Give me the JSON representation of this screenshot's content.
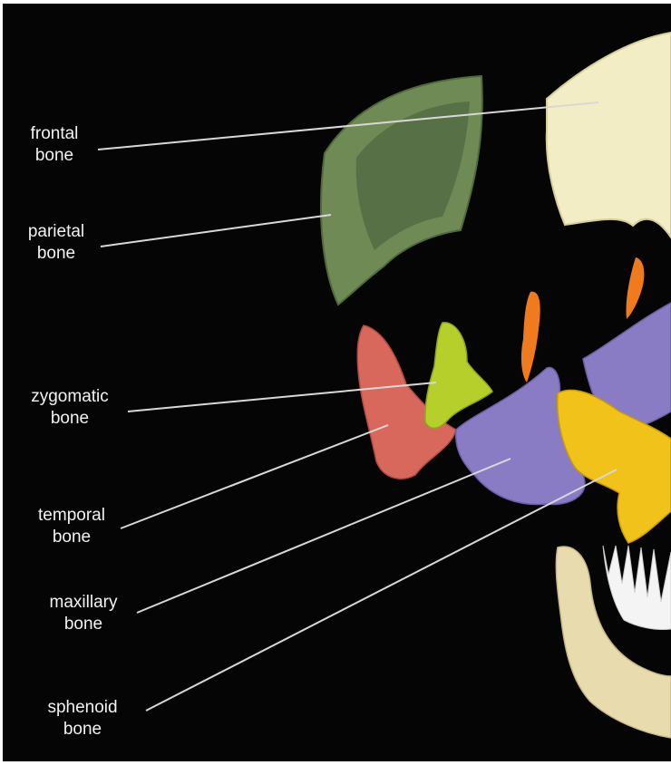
{
  "labels": {
    "frontal": {
      "line1": "frontal",
      "line2": "bone"
    },
    "parietal": {
      "line1": "parietal",
      "line2": "bone"
    },
    "zygomatic": {
      "line1": "zygomatic",
      "line2": "bone"
    },
    "temporal": {
      "line1": "temporal",
      "line2": "bone"
    },
    "maxillary": {
      "line1": "maxillary",
      "line2": "bone"
    },
    "sphenoid": {
      "line1": "sphenoid",
      "line2": "bone"
    }
  },
  "colors": {
    "background": "#050505",
    "leader_line": "#d8d8d8",
    "frontal": "#f2edc4",
    "parietal": "#6f8a55",
    "zygomatic": "#b7cf2a",
    "temporal": "#d9685c",
    "maxillary": "#8a7cc4",
    "sphenoid": "#f0c21a",
    "nasal": "#f07a1e",
    "mandible": "#e8dcae",
    "teeth": "#f4f4f4"
  }
}
